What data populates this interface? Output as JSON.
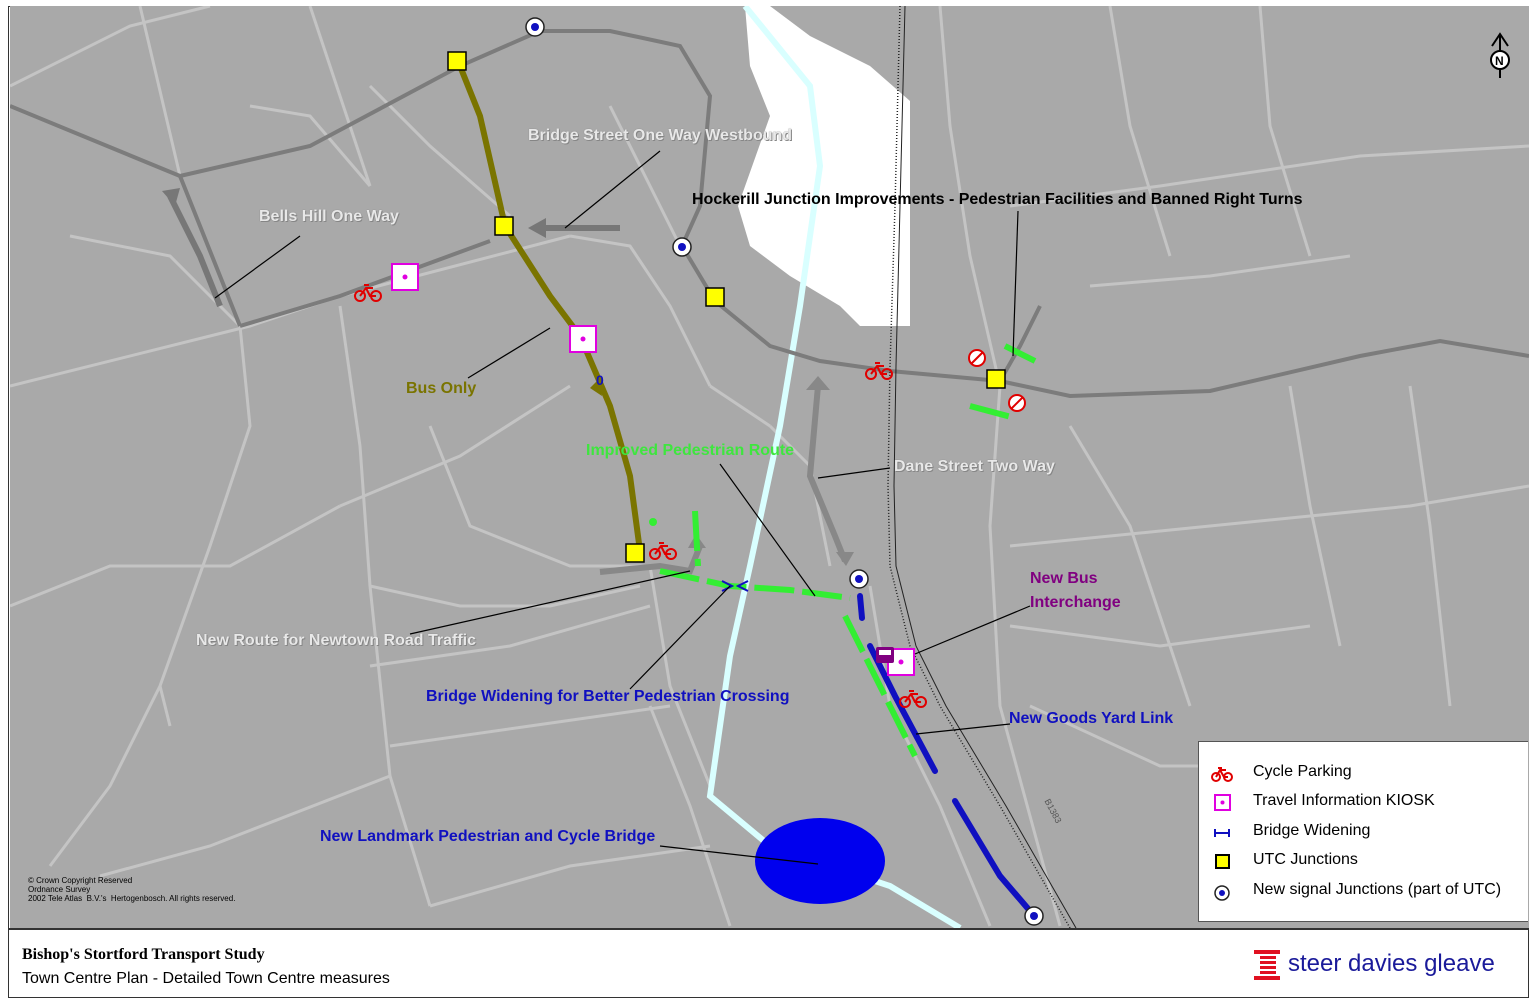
{
  "labels": {
    "bridge_street": "Bridge Street One Way Westbound",
    "hockerill": "Hockerill Junction Improvements - Pedestrian Facilities and Banned Right Turns",
    "bells_hill": "Bells Hill One Way",
    "bus_only": "Bus Only",
    "improved_ped": "Improved Pedestrian Route",
    "dane_street": "Dane Street Two Way",
    "new_bus_1": "New Bus",
    "new_bus_2": "Interchange",
    "newtown": "New Route for Newtown Road Traffic",
    "bridge_widening": "Bridge Widening for Better Pedestrian Crossing",
    "goods_yard": "New Goods Yard Link",
    "landmark": "New Landmark Pedestrian and Cycle Bridge",
    "road_b1383": "B1383",
    "bus_only_mark": "0"
  },
  "copyright": {
    "line1": "© Crown Copyright Reserved",
    "line2": "Ordnance Survey",
    "line3": "2002 Tele Atlas  B.V.'s  Hertogenbosch. All rights reserved."
  },
  "legend": {
    "items": [
      {
        "label": "Cycle Parking",
        "icon": "bicycle-icon",
        "color": "#e00000"
      },
      {
        "label": "Travel Information KIOSK",
        "icon": "kiosk-icon",
        "color": "#e000e0"
      },
      {
        "label": "Bridge Widening",
        "icon": "bridge-widening-icon",
        "color": "#1010c0"
      },
      {
        "label": "UTC Junctions",
        "icon": "utc-junction-icon",
        "color": "#ffff00"
      },
      {
        "label": "New signal Junctions (part of UTC)",
        "icon": "signal-junction-icon",
        "color": "#1010c0"
      }
    ]
  },
  "footer": {
    "title": "Bishop's Stortford Transport Study",
    "subtitle": "Town Centre Plan - Detailed Town Centre measures",
    "brand": "steer davies gleave"
  },
  "colors": {
    "map_background": "#a8a8a8",
    "roads": "#c8c8c8",
    "river": "#d9ffff",
    "bus_route": "#7a7400",
    "pedestrian": "#33ee33",
    "new_link": "#1010c0",
    "one_way": "#7a7a7a"
  }
}
